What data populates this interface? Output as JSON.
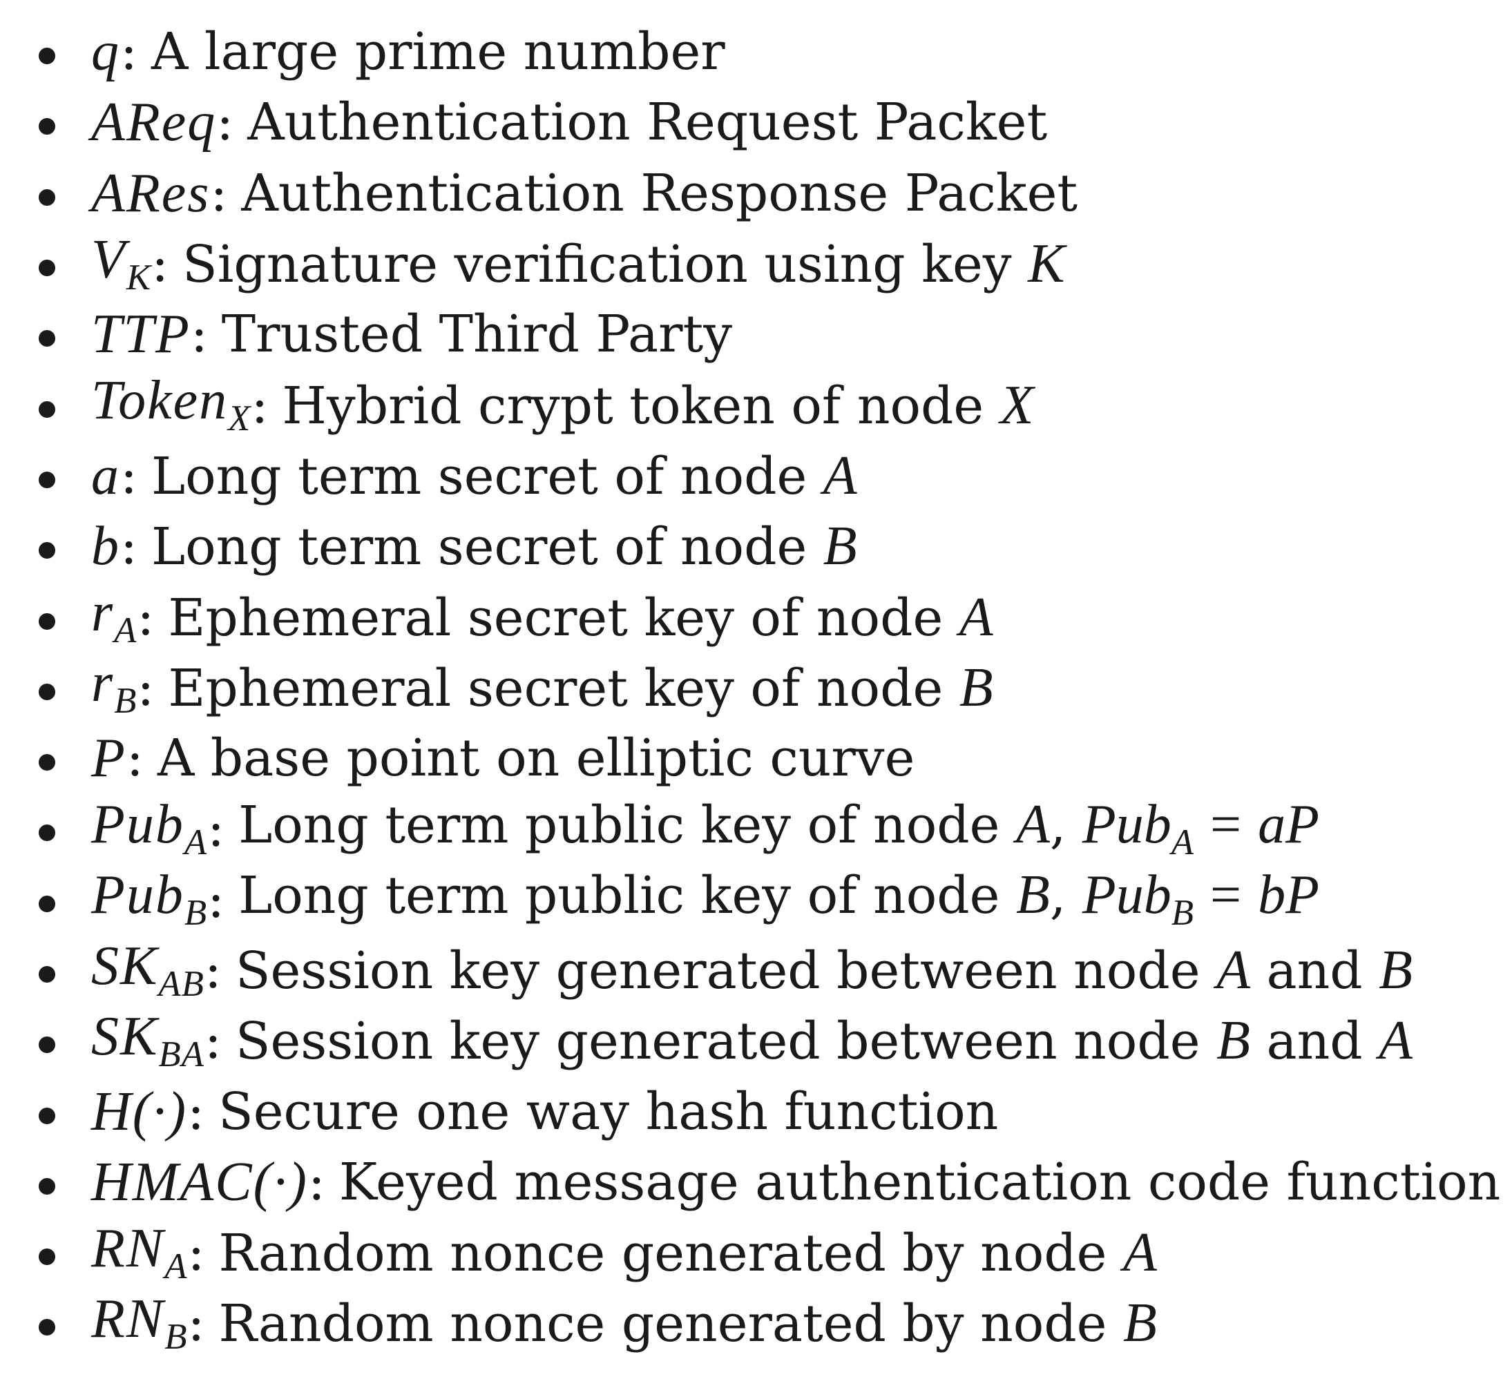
{
  "items": [
    {
      "symbol": "q",
      "description": "A large prime number"
    },
    {
      "symbol": "AReq",
      "description": "Authentication Request Packet"
    },
    {
      "symbol": "ARes",
      "description": "Authentication Response Packet"
    },
    {
      "symbol": "V",
      "subscript": "K",
      "description": "Signature verification using key ",
      "trailing_math": "K"
    },
    {
      "symbol": "TTP",
      "description": "Trusted Third Party"
    },
    {
      "symbol": "Token",
      "subscript": "X",
      "description": "Hybrid crypt token of node ",
      "trailing_math": "X"
    },
    {
      "symbol": "a",
      "description": "Long term secret of node ",
      "trailing_math": "A"
    },
    {
      "symbol": "b",
      "description": "Long term secret of node ",
      "trailing_math": "B"
    },
    {
      "symbol": "r",
      "subscript": "A",
      "description": "Ephemeral secret key of node ",
      "trailing_math": "A"
    },
    {
      "symbol": "r",
      "subscript": "B",
      "description": "Ephemeral secret key of node ",
      "trailing_math": "B"
    },
    {
      "symbol": "P",
      "description": "A base point on elliptic curve"
    },
    {
      "symbol": "Pub",
      "subscript": "A",
      "description": "Long term public key of node ",
      "trailing_math": "A",
      "extra": {
        "sep": ", ",
        "lhs": "Pub",
        "lhs_sub": "A",
        "eq": "=",
        "rhs": "aP"
      }
    },
    {
      "symbol": "Pub",
      "subscript": "B",
      "description": "Long term public key of node ",
      "trailing_math": "B",
      "extra": {
        "sep": ", ",
        "lhs": "Pub",
        "lhs_sub": "B",
        "eq": "=",
        "rhs": "bP"
      }
    },
    {
      "symbol": "SK",
      "subscript": "AB",
      "description": "Session key generated between node ",
      "trailing_math": "A",
      "tail_text": " and ",
      "tail_math": "B"
    },
    {
      "symbol": "SK",
      "subscript": "BA",
      "description": "Session key generated between node ",
      "trailing_math": "B",
      "tail_text": " and ",
      "tail_math": "A"
    },
    {
      "symbol": "H(·)",
      "description": "Secure one way hash function"
    },
    {
      "symbol": "HMAC(·)",
      "description": "Keyed message authentication code function"
    },
    {
      "symbol": "RN",
      "subscript": "A",
      "description": "Random nonce generated by node ",
      "trailing_math": "A"
    },
    {
      "symbol": "RN",
      "subscript": "B",
      "description": "Random nonce generated by node ",
      "trailing_math": "B"
    }
  ]
}
